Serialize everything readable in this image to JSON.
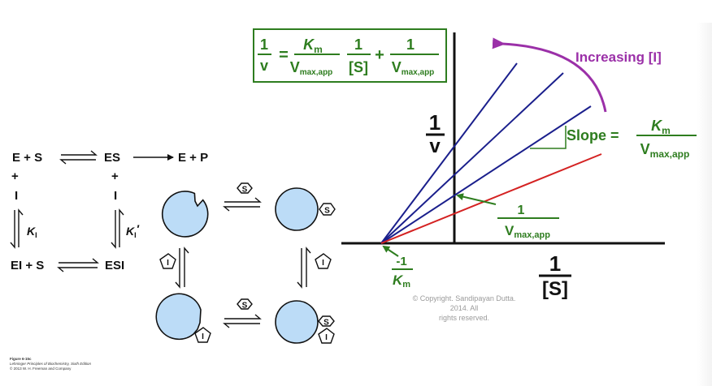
{
  "equation": {
    "lhs_numerator": "1",
    "lhs_denominator": "v",
    "equals": "=",
    "term1_numerator": "K",
    "term1_numerator_sub": "m",
    "term1_denominator": "V",
    "term1_denominator_sub": "max,app",
    "term2_numerator": "1",
    "term2_denominator": "[S]",
    "plus": "+",
    "term3_numerator": "1",
    "term3_denominator": "V",
    "term3_denominator_sub": "max,app",
    "border_color": "#2e7d1f",
    "text_color": "#2e7d1f"
  },
  "scheme": {
    "row1_left": "E + S",
    "row1_mid": "ES",
    "row1_right": "E + P",
    "plus_sign": "+",
    "inhibitor": "I",
    "k_left": "K",
    "k_left_sub": "I",
    "k_right": "K",
    "k_right_sub": "I",
    "k_right_prime": "′",
    "row3_left": "EI + S",
    "row3_mid": "ESI"
  },
  "cartoon": {
    "substrate_label": "S",
    "inhibitor_label": "I",
    "enzyme_color": "#bcdcf7"
  },
  "plot": {
    "y_axis_numerator": "1",
    "y_axis_denominator": "v",
    "x_axis_numerator": "1",
    "x_axis_denominator": "[S]",
    "increasing_label": "Increasing [I]",
    "increasing_color": "#9b30a8",
    "slope_label": "Slope =",
    "slope_numerator": "K",
    "slope_numerator_sub": "m",
    "slope_denominator": "V",
    "slope_denominator_sub": "max,app",
    "intercept_y_numerator": "1",
    "intercept_y_denominator": "V",
    "intercept_y_sub": "max,app",
    "intercept_x_numerator": "-1",
    "intercept_x_denominator": "K",
    "intercept_x_sub": "m",
    "line_color_blue": "#1a1f8c",
    "line_color_red": "#d42222",
    "label_color": "#2e7d1f"
  },
  "copyright": {
    "line1": "© Copyright. Sandipayan Dutta. 2014. All",
    "line2": "rights reserved."
  },
  "caption": {
    "line1": "Figure 6-15c",
    "line2": "Lehninger Principles of Biochemistry, Sixth Edition",
    "line3": "© 2013 W. H. Freeman and Company"
  }
}
